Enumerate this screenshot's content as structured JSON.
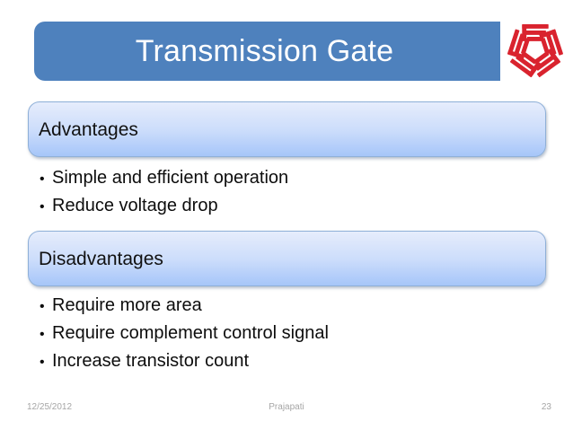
{
  "slide": {
    "title": "Transmission Gate",
    "logo": {
      "name": "pentagon-star-logo",
      "color": "#d9232e"
    },
    "sections": [
      {
        "heading": "Advantages",
        "bullet_char": "•",
        "items": [
          "Simple and efficient operation",
          "Reduce voltage drop"
        ]
      },
      {
        "heading": "Disadvantages",
        "bullet_char": "•",
        "items": [
          "Require more area",
          "Require complement control signal",
          "Increase transistor count"
        ]
      }
    ],
    "footer": {
      "date": "12/25/2012",
      "author": "Prajapati",
      "page_number": "23"
    },
    "colors": {
      "title_bar": "#4e81bd",
      "title_text": "#ffffff",
      "section_bar_top": "#e6edfc",
      "section_bar_bottom": "#a6c6f8",
      "section_border": "#8fb0d8",
      "body_text": "#0d0d0d",
      "footer_text": "#a6a6a6",
      "background": "#ffffff"
    }
  }
}
